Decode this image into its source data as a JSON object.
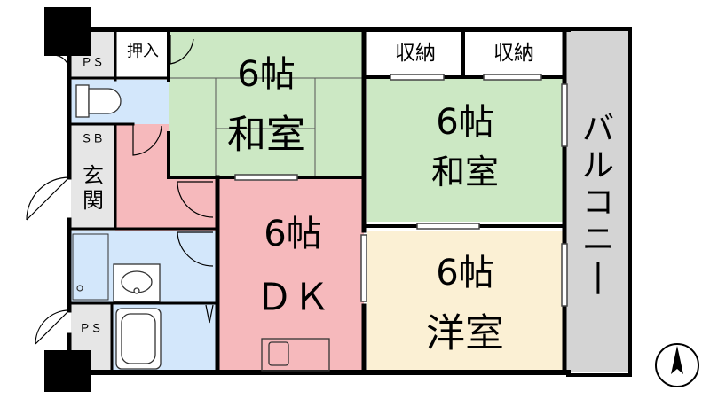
{
  "colors": {
    "washitsu": "#cce8c4",
    "dk": "#f6b9bc",
    "yoshitsu": "#fbf0d4",
    "wet": "#d3e7fb",
    "balcony": "#d4d4d4",
    "genkan": "#e6e6e6",
    "wall": "#000000"
  },
  "rooms": {
    "washitsu1": {
      "size": "6帖",
      "name": "和室"
    },
    "washitsu2": {
      "size": "6帖",
      "name": "和室"
    },
    "dk": {
      "size": "6帖",
      "name": "ＤＫ"
    },
    "yoshitsu": {
      "size": "6帖",
      "name": "洋室"
    }
  },
  "storage": {
    "oshiire": "押入",
    "shuno1": "収納",
    "shuno2": "収納"
  },
  "utility": {
    "ps_top": "ＰＳ",
    "ps_bottom": "ＰＳ",
    "sb": "ＳＢ",
    "genkan": "玄関"
  },
  "balcony": {
    "label": "バルコニー"
  },
  "compass": {
    "icon": "north-arrow-icon"
  }
}
